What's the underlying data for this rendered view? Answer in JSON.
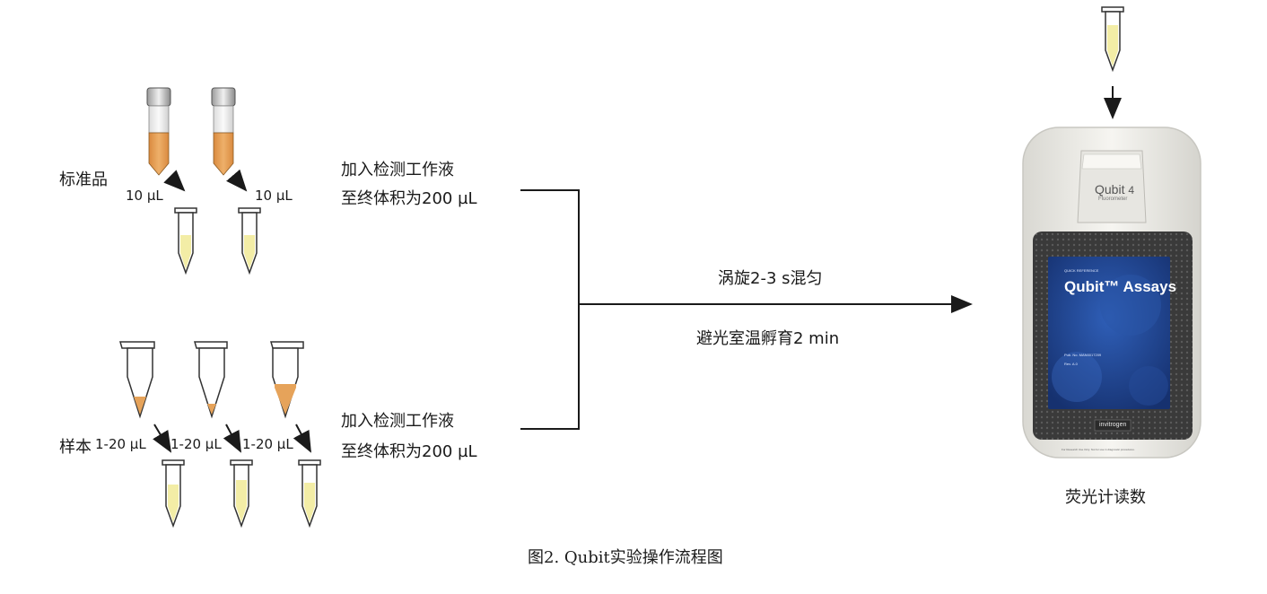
{
  "standards": {
    "label": "标准品",
    "volume_left": "10 µL",
    "volume_right": "10 µL",
    "step_line1": "加入检测工作液",
    "step_line2": "至终体积为200 µL"
  },
  "samples": {
    "label": "样本",
    "volumes": [
      "1-20 µL",
      "1-20 µL",
      "1-20 µL"
    ],
    "step_line1": "加入检测工作液",
    "step_line2": "至终体积为200 µL"
  },
  "process": {
    "vortex": "涡旋2-3 s混匀",
    "incubate": "避光室温孵育2 min"
  },
  "device": {
    "brand": "Qubit",
    "model_number": "4",
    "subtitle": "Fluorometer",
    "screen_kicker": "QUICK REFERENCE",
    "screen_title": "Qubit™ Assays",
    "pub_no": "Pub. No. MAN0017209",
    "rev": "Rev. A.0",
    "maker": "invitrogen",
    "footer_note": "For Research Use Only. Not for use in diagnostic procedures.",
    "read_label": "荧光计读数"
  },
  "caption": "图2. Qubit实验操作流程图",
  "colors": {
    "orange_liquid": "#e6a35a",
    "yellow_liquid": "#f3eda6",
    "line": "#1a1a1a",
    "device_body": "#eeede8",
    "screen_blue": "#1d3f8f"
  },
  "icons": [
    "tube-icon",
    "arrow-icon",
    "fluorometer-icon"
  ]
}
